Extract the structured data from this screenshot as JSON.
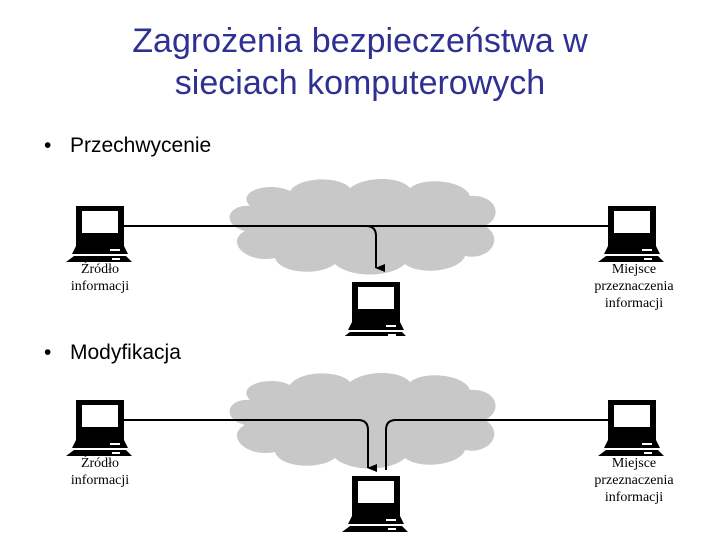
{
  "title": {
    "line1": "Zagrożenia bezpieczeństwa w",
    "line2": "sieciach komputerowych"
  },
  "sections": [
    {
      "bullet": "Przechwycenie",
      "source_label": [
        "Źródło",
        "informacji"
      ],
      "dest_label": [
        "Miejsce",
        "przeznaczenia",
        "informacji"
      ]
    },
    {
      "bullet": "Modyfikacja",
      "source_label": [
        "Źródło",
        "informacji"
      ],
      "dest_label": [
        "Miejsce",
        "przeznaczenia",
        "informacji"
      ]
    }
  ],
  "colors": {
    "title": "#2e3192",
    "cloud": "#c8c8c8",
    "line": "#000000"
  }
}
